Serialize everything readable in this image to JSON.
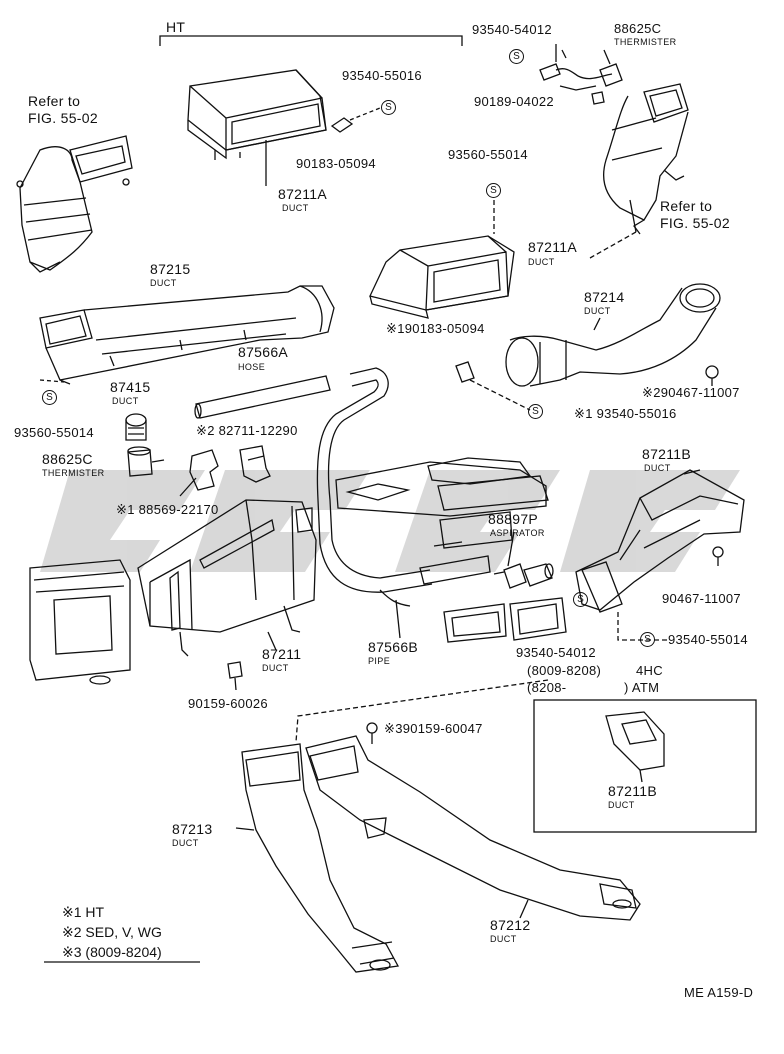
{
  "diagram": {
    "ref_code": "ME A159-D",
    "ht_header": "HT",
    "refs": {
      "top_left_line1": "Refer to",
      "top_left_line2": "FIG. 55-02",
      "top_right_line1": "Refer to",
      "top_right_line2": "FIG. 55-02"
    },
    "parts": {
      "p93540_54012_top": "93540-54012",
      "p88625c_top": "88625C",
      "p88625c_top_sub": "THERMISTER",
      "p90189_04022": "90189-04022",
      "p93540_55016": "93540-55016",
      "p90183_05094": "90183-05094",
      "p87211a_top": "87211A",
      "p87211a_top_sub": "DUCT",
      "p93560_55014_mid": "93560-55014",
      "p87211a_mid": "87211A",
      "p87211a_mid_sub": "DUCT",
      "p87215": "87215",
      "p87215_sub": "DUCT",
      "p87214": "87214",
      "p87214_sub": "DUCT",
      "p87566a": "87566A",
      "p87566a_sub": "HOSE",
      "p190183_05094": "※190183-05094",
      "p290467_11007": "※290467-11007",
      "p87415": "87415",
      "p87415_sub": "DUCT",
      "p93560_55014_left": "93560-55014",
      "p193540_55016": "※1 93540-55016",
      "p82711_12290": "※2 82711-12290",
      "p88625c_left": "88625C",
      "p88625c_left_sub": "THERMISTER",
      "p88569_22170": "※1 88569-22170",
      "p88897p": "88897P",
      "p88897p_sub": "ASPIRATOR",
      "p87211b_right": "87211B",
      "p87211b_right_sub": "DUCT",
      "p90467_11007": "90467-11007",
      "p87211": "87211",
      "p87211_sub": "DUCT",
      "p87566b": "87566B",
      "p87566b_sub": "PIPE",
      "p93540_54012_mid": "93540-54012",
      "p93540_55014": "93540-55014",
      "p90159_60026": "90159-60026",
      "p390159_60047": "※390159-60047",
      "p87213": "87213",
      "p87213_sub": "DUCT",
      "p87212": "87212",
      "p87212_sub": "DUCT",
      "p87211b_box": "87211B",
      "p87211b_box_sub": "DUCT"
    },
    "inset": {
      "line1_range": "(8009-8208)",
      "line1_note": "4HC",
      "line2_range": "(8208-",
      "line2_note": ") ATM"
    },
    "legend": {
      "n1": "※1 HT",
      "n2": "※2 SED, V, WG",
      "n3": "※3 (8009-8204)"
    },
    "s_symbol": "S"
  }
}
